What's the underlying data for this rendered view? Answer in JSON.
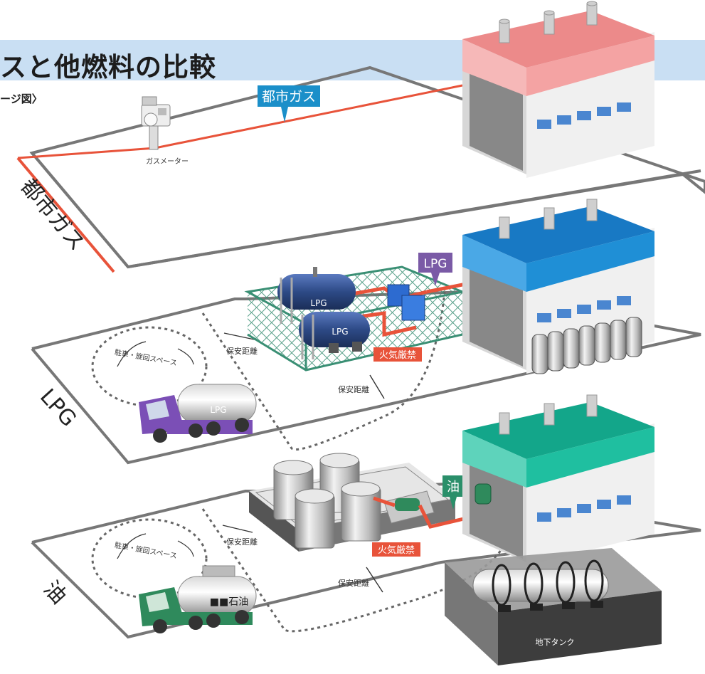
{
  "header": {
    "title": "スと他燃料の比較",
    "subtitle": "ージ図〉"
  },
  "city_gas": {
    "section_label": "都市ガス",
    "pipe_tag": "都市ガス",
    "meter_label": "ガスメーター"
  },
  "lpg": {
    "section_label": "LPG",
    "supply_tag": "LPG",
    "tank_label_1": "LPG",
    "tank_label_2": "LPG",
    "truck_label": "LPG",
    "no_fire_label": "火気厳禁",
    "parking_label": "駐車・旋回スペース",
    "safety_distance_1": "保安距離",
    "safety_distance_2": "保安距離"
  },
  "oil": {
    "section_label": "油",
    "supply_tag": "油",
    "truck_label": "■■石油",
    "no_fire_label": "火気厳禁",
    "parking_label": "駐車・旋回スペース",
    "safety_distance_1": "保安距離",
    "safety_distance_2": "保安距離",
    "underground_tank_label": "地下タンク"
  },
  "colors": {
    "title_band": "#c9dff3",
    "pipe": "#e8533a",
    "city_gas_tag": "#1b8fc9",
    "lpg_tag": "#7a5aa6",
    "oil_tag": "#2a8f6a",
    "no_fire": "#e8533a",
    "roof_city_gas": "#f4a3a3",
    "roof_lpg": "#1f8fd6",
    "roof_oil": "#1fbfa0",
    "lpg_fence": "#3a8f74",
    "lpg_tank": "#2d4a86",
    "oil_truck_cab": "#2f8a5c",
    "lpg_truck_cab": "#7b4fb6"
  }
}
